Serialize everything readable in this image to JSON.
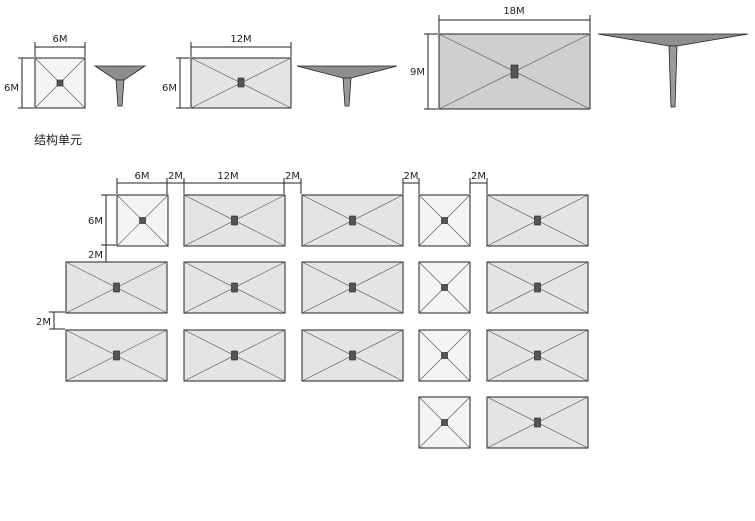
{
  "units": {
    "small": {
      "dim_width": "6M",
      "dim_height": "6M",
      "fill": "#f4f4f4"
    },
    "medium": {
      "dim_width": "12M",
      "dim_height": "6M",
      "fill": "#e4e4e4"
    },
    "large": {
      "dim_width": "18M",
      "dim_height": "9M",
      "fill": "#cfcfcf"
    }
  },
  "caption": "结构单元",
  "layout_dims": {
    "width_small": "6M",
    "gap_1": "2M",
    "width_medium": "12M",
    "gap_2": "2M",
    "gap_3": "2M",
    "gap_4": "2M",
    "height_small": "6M",
    "row_gap_1": "2M",
    "row_gap_2": "2M"
  },
  "grid_rows": [
    [
      "small",
      "medium",
      "medium",
      "small",
      "medium"
    ],
    [
      "medium",
      "medium",
      "medium",
      "small",
      "medium"
    ],
    [
      "medium",
      "medium",
      "medium",
      "small",
      "medium"
    ],
    [
      "",
      "",
      "",
      "small",
      "medium"
    ]
  ],
  "colors": {
    "column": "#8e8e8e",
    "column_core": "#555555"
  }
}
